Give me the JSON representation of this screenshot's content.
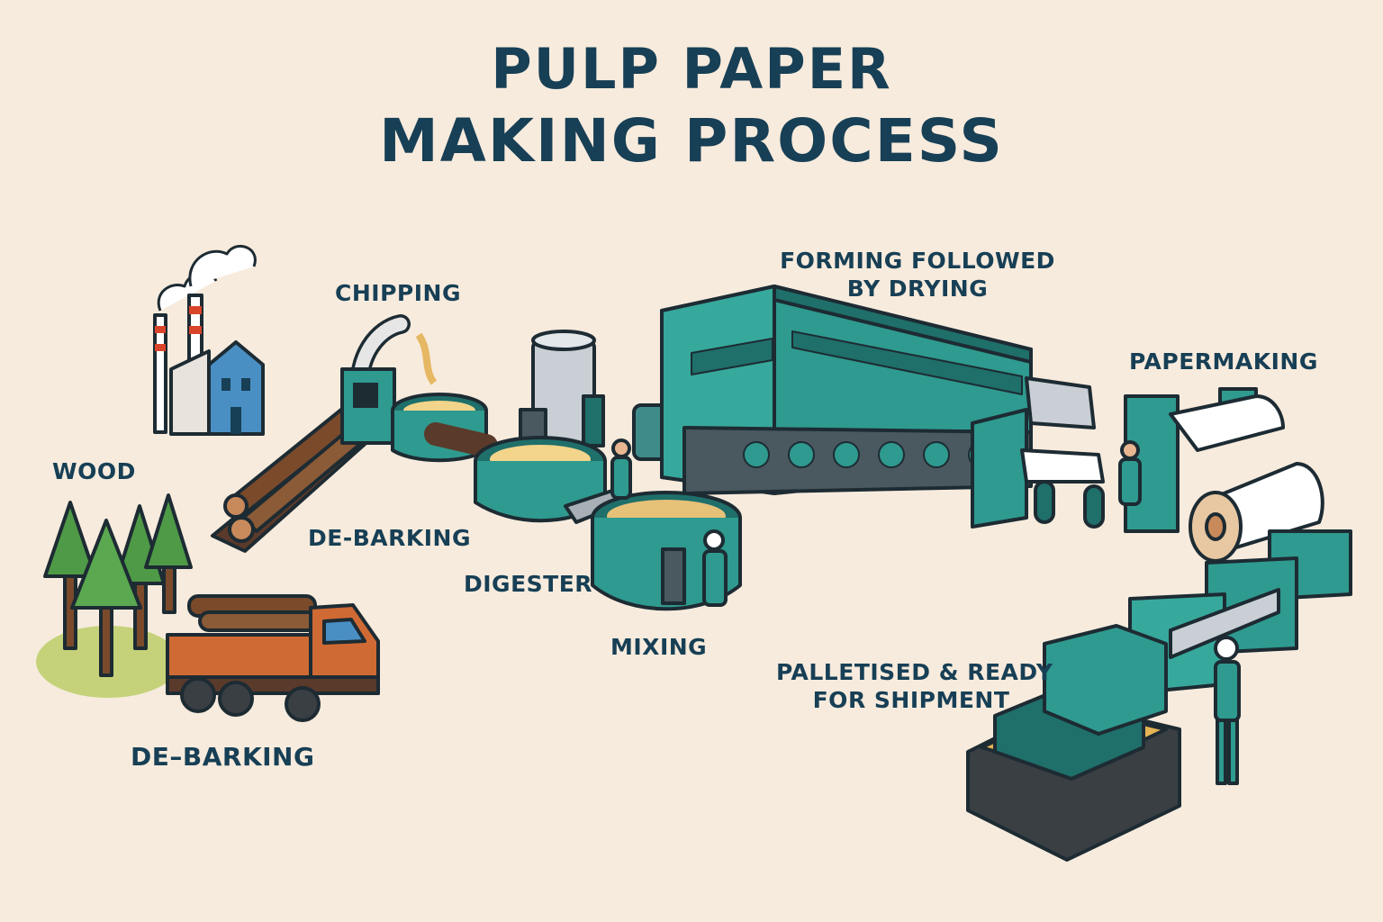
{
  "title": {
    "line1": "PULP PAPER",
    "line2": "MAKING PROCESS"
  },
  "labels": {
    "wood": "WOOD",
    "chipping": "CHIPPING",
    "debarking_top": "DE-BARKING",
    "debarking_bottom": "DE–BARKING",
    "digester": "DIGESTER",
    "mixing": "MIXING",
    "forming_line1": "FORMING FOLLOWED",
    "forming_line2": "BY DRYING",
    "papermaking": "PAPERMAKING",
    "shipment_line1": "PALLETISED & READY",
    "shipment_line2": "FOR SHIPMENT"
  },
  "colors": {
    "navy": "#173f55",
    "teal": "#2f9a8f",
    "teal_dark": "#1f6f6a",
    "wood_brown": "#7a4a2b",
    "truck_orange": "#d06a34",
    "tree_green": "#4f9a47",
    "background": "#f7ebdd"
  },
  "icons": [
    "factory-icon",
    "tree-icon",
    "log-truck-icon",
    "log-conveyor-icon",
    "chipper-icon",
    "digester-tank-icon",
    "mixing-tank-icon",
    "paper-machine-icon",
    "paper-roll-icon",
    "pallet-icon",
    "worker-icon"
  ]
}
